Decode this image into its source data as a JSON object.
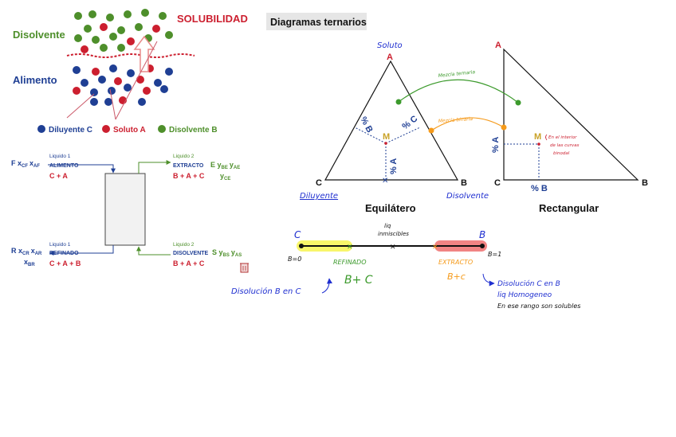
{
  "colors": {
    "red": "#cc1f2f",
    "green": "#4e8f2b",
    "blue": "#1f3f94",
    "orange": "#f59a1a",
    "pen_blue": "#1f2fd0",
    "title_bg": "#e6e6e6"
  },
  "solubility": {
    "title": "SOLUBILIDAD",
    "solvent_label": "Disolvente",
    "food_label": "Alimento",
    "legend": [
      {
        "label": "Diluyente C",
        "color": "blue"
      },
      {
        "label": "Soluto A",
        "color": "red"
      },
      {
        "label": "Disolvente B",
        "color": "green"
      }
    ]
  },
  "extractor": {
    "feed": {
      "liquid": "Liquido 1",
      "name": "ALIMENTO",
      "flow": "F x",
      "sub1": "CF",
      "sub2": "AF",
      "comp": "C + A"
    },
    "extract": {
      "liquid": "Liquido 2",
      "name": "EXTRACTO",
      "flow": "E y",
      "sub1": "BE",
      "sub2": "AE",
      "sub3": "CE",
      "comp": "B + A + C"
    },
    "raffinate": {
      "liquid": "Liquido 1",
      "name": "REFINADO",
      "flow": "R x",
      "sub1": "CR",
      "sub2": "AR",
      "sub3": "BR",
      "comp": "C + A + B"
    },
    "solvent": {
      "liquid": "Liquido 2",
      "name": "DISOLVENTE",
      "flow": "S y",
      "sub1": "BS",
      "sub2": "AS",
      "comp": "B + A + C"
    }
  },
  "ternary": {
    "title": "Diagramas ternarios",
    "equilateral": {
      "caption": "Equilátero",
      "vertex_a": "A",
      "vertex_b": "B",
      "vertex_c": "C",
      "point": "M",
      "pct_b": "% B",
      "pct_c": "% C",
      "pct_a": "% A",
      "hand_top": "Soluto",
      "hand_left": "Diluyente",
      "hand_right": "Disolvente"
    },
    "rectangular": {
      "caption": "Rectangular",
      "vertex_a": "A",
      "vertex_b": "B",
      "vertex_c": "C",
      "point": "M",
      "pct_a": "% A",
      "pct_b": "% B",
      "note": [
        "En el interior",
        "de las curvas",
        "binodal"
      ]
    },
    "mixture_labels": [
      "Mezcla ternaria",
      "Mezcla binaria"
    ]
  },
  "binary_line": {
    "left": "C",
    "right": "B",
    "b0": "B=0",
    "b1": "B=1",
    "middle": [
      "liq",
      "inmiscibles"
    ],
    "refinado": "REFINADO",
    "extracto": "EXTRACTO",
    "refinado_comp": "B+ C",
    "extracto_comp": "B+c",
    "left_note": "Disolución  B en C",
    "right_note": [
      "Disolución  C en B",
      "liq  Homogeneo",
      "En ese rango  son solubles"
    ]
  }
}
